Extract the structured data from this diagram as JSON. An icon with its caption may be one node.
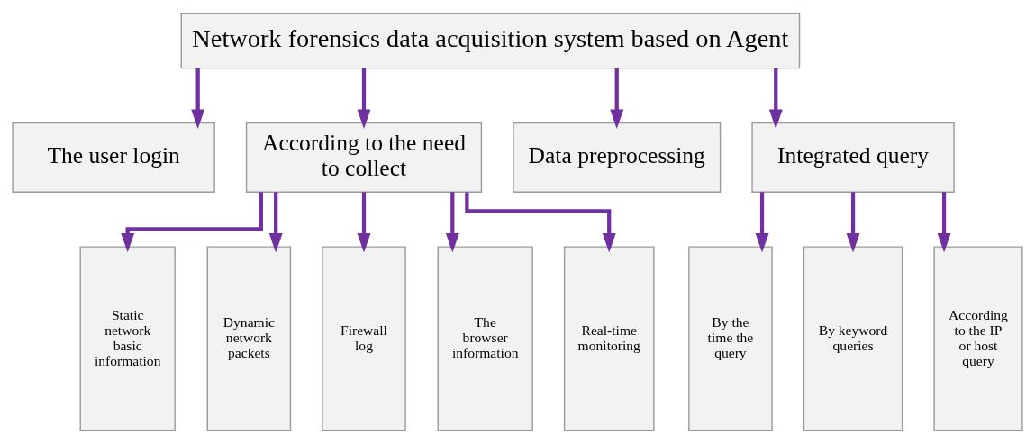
{
  "diagram": {
    "nodes": [
      {
        "text": [
          "Network forensics data acquisition system based on Agent"
        ]
      },
      {
        "text": [
          "The user login"
        ]
      },
      {
        "text": [
          "According to the need to collect"
        ]
      },
      {
        "text": [
          "Data preprocessing"
        ]
      },
      {
        "text": [
          "Integrated query"
        ]
      },
      {
        "text": [
          "Static network basic information"
        ]
      },
      {
        "text": [
          "Dynamic network packets"
        ]
      },
      {
        "text": [
          "Firewall log"
        ]
      },
      {
        "text": [
          "The browser information"
        ]
      },
      {
        "text": [
          "Real-time monitoring"
        ]
      },
      {
        "text": [
          "By the time the query"
        ]
      },
      {
        "text": [
          "By keyword queries"
        ]
      },
      {
        "text": [
          "According to the IP or host query"
        ]
      }
    ],
    "edges": [
      {
        "from": 0,
        "to": 1,
        "arrow": "to"
      },
      {
        "from": 0,
        "to": 2,
        "arrow": "to"
      },
      {
        "from": 0,
        "to": 3,
        "arrow": "to"
      },
      {
        "from": 0,
        "to": 4,
        "arrow": "to"
      },
      {
        "from": 2,
        "to": 5,
        "arrow": "to"
      },
      {
        "from": 2,
        "to": 6,
        "arrow": "to"
      },
      {
        "from": 2,
        "to": 7,
        "arrow": "to"
      },
      {
        "from": 2,
        "to": 8,
        "arrow": "to"
      },
      {
        "from": 2,
        "to": 9,
        "arrow": "to"
      },
      {
        "from": 4,
        "to": 10,
        "arrow": "to"
      },
      {
        "from": 4,
        "to": 11,
        "arrow": "to"
      },
      {
        "from": 4,
        "to": 12,
        "arrow": "to"
      }
    ]
  }
}
